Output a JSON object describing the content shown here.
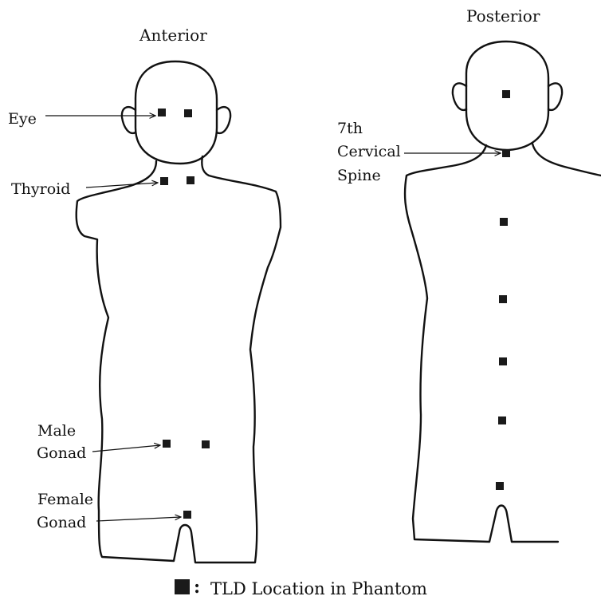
{
  "views": {
    "anterior_label": "Anterior",
    "posterior_label": "Posterior"
  },
  "anterior_labels": {
    "eye": "Eye",
    "thyroid": "Thyroid",
    "male_line1": "Male",
    "male_line2": "Gonad",
    "female_line1": "Female",
    "female_line2": "Gonad"
  },
  "posterior_labels": {
    "cervical_line1": "7th",
    "cervical_line2": "Cervical",
    "cervical_line3": "Spine"
  },
  "legend": {
    "separator": ":",
    "text": "TLD Location in Phantom"
  },
  "colors": {
    "ink": "#111111",
    "background": "#ffffff"
  }
}
